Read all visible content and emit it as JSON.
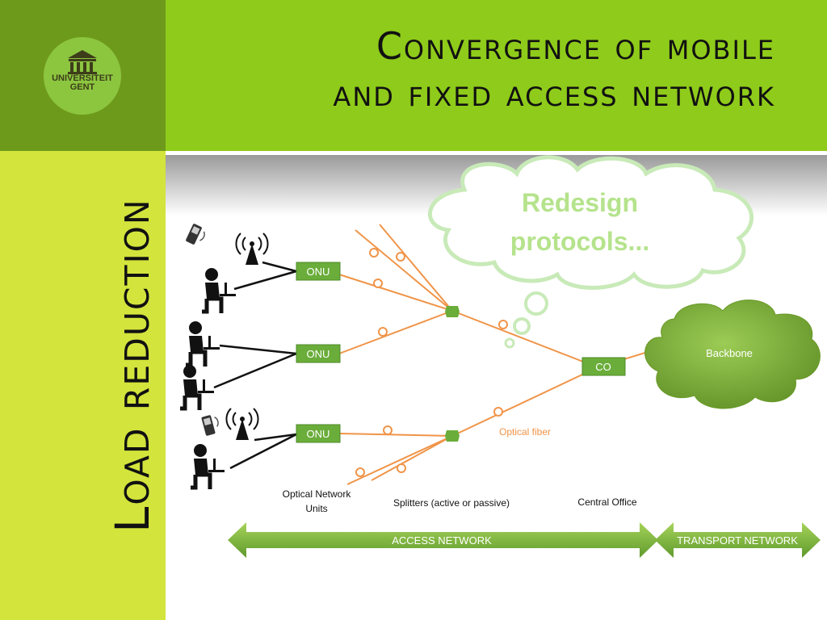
{
  "header": {
    "title_line1": "Convergence of mobile",
    "title_line2": "and fixed access network",
    "logo_line1": "UNIVERSITEIT",
    "logo_line2": "GENT"
  },
  "sidebar": {
    "title": "Load reduction"
  },
  "thought": {
    "line1": "Redesign",
    "line2": "protocols..."
  },
  "nodes": {
    "onu_label": "ONU",
    "co_label": "CO",
    "backbone_label": "Backbone",
    "fiber_label": "Optical fiber"
  },
  "captions": {
    "onu_line1": "Optical Network",
    "onu_line2": "Units",
    "splitters": "Splitters (active or passive)",
    "central_office": "Central Office"
  },
  "arrows": {
    "access": "ACCESS NETWORK",
    "transport": "TRANSPORT NETWORK"
  },
  "colors": {
    "dark_green": "#6e9a1c",
    "bright_green": "#8fcb1a",
    "lime": "#d3e43c",
    "fiber_orange": "#f09448",
    "node_green": "#6aad3a",
    "cloud_green": "#78ab36"
  },
  "icons": [
    "university-building-icon",
    "antenna-icon",
    "phone-icon",
    "person-at-desk-icon"
  ]
}
